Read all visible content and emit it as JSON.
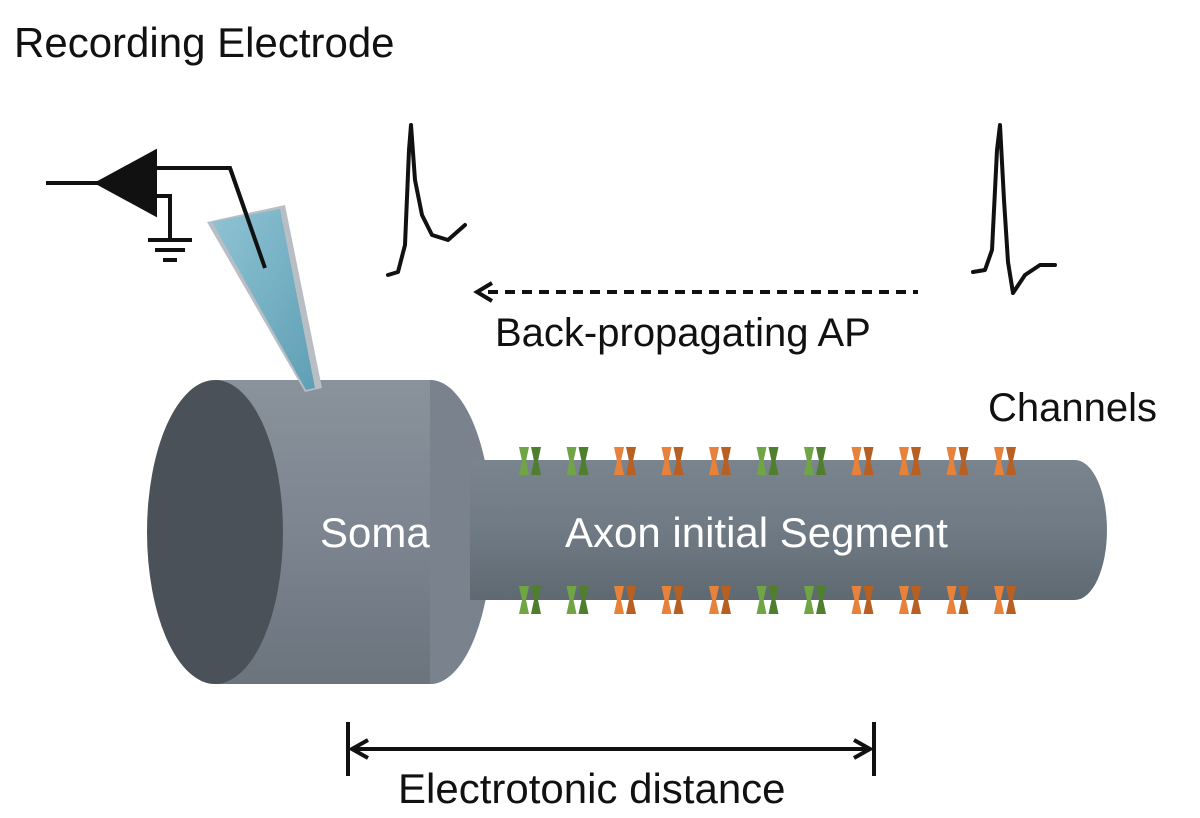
{
  "labels": {
    "recording_electrode": "Recording Electrode",
    "back_propagating_ap": "Back-propagating AP",
    "channels": "Channels",
    "soma": "Soma",
    "axon_initial_segment": "Axon initial Segment",
    "electrotonic_distance": "Electrotonic distance"
  },
  "colors": {
    "soma_body": "#7c8590",
    "soma_face": "#4a5158",
    "axon": "#6f7a84",
    "electrode_glass": "#7fb3c6",
    "electrode_rim": "#b8bec4",
    "channel_green": "#6fa544",
    "channel_orange": "#e8823a",
    "ink": "#111111"
  },
  "channels": {
    "top_row": [
      "green",
      "green",
      "orange",
      "orange",
      "orange",
      "green",
      "green",
      "orange",
      "orange",
      "orange",
      "orange"
    ],
    "bottom_row": [
      "green",
      "green",
      "orange",
      "orange",
      "orange",
      "green",
      "green",
      "orange",
      "orange",
      "orange",
      "orange"
    ]
  }
}
